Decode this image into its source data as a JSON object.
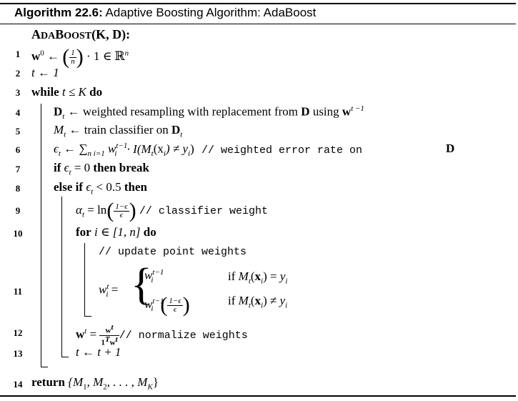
{
  "caption": {
    "label": "Algorithm 22.6:",
    "title": "Adaptive Boosting Algorithm: AdaBoost"
  },
  "signature": {
    "name_first": "A",
    "name_rest1": "DA",
    "name_mid": "B",
    "name_rest2": "OOST",
    "args": "(K, D):"
  },
  "lines": [
    {
      "num": "1"
    },
    {
      "num": "2"
    },
    {
      "num": "3"
    },
    {
      "num": "4"
    },
    {
      "num": "5"
    },
    {
      "num": "6"
    },
    {
      "num": "7"
    },
    {
      "num": "8"
    },
    {
      "num": "9"
    },
    {
      "num": "10"
    },
    {
      "num": "11"
    },
    {
      "num": "12"
    },
    {
      "num": "13"
    },
    {
      "num": "14"
    }
  ],
  "text": {
    "l1_w": "w",
    "l1_sup": "0",
    "l1_arrow": " ← ",
    "l1_frac_n": "1",
    "l1_frac_d": "n",
    "l1_rest": " · 1 ∈ ℝ",
    "l1_sup2": "n",
    "l2": "t ← 1",
    "l3_kw": "while",
    "l3_cond": " t ≤ K ",
    "l3_do": "do",
    "l4_D": "D",
    "l4_sub": "t",
    "l4_text": " ← weighted resampling with replacement from ",
    "l4_D2": "D",
    "l4_using": " using ",
    "l4_w": "w",
    "l4_sup": "t −1",
    "l5_M": "M",
    "l5_sub": "t",
    "l5_text": " ← train classifier on ",
    "l5_D": "D",
    "l5_sub2": "t",
    "l6_eps": "ϵ",
    "l6_sub": "t",
    "l6_text": " ← ∑",
    "l6_sum": "n i=1",
    "l6_expr": " w",
    "l6_expr_sup": "t−1",
    "l6_expr_sub": "i",
    "l6_expr_rest": " · I(M",
    "l6_expr_rest2": "(x",
    "l6_expr_rest3": ") ≠ y",
    "l6_expr_rest4": ")",
    "l6_comment": "// weighted error rate on",
    "l6_D": "D",
    "l7_if": "if",
    "l7_cond": " ϵ",
    "l7_cond2": " = 0 ",
    "l7_then": "then break",
    "l8_elseif": "else if",
    "l8_cond": " ϵ",
    "l8_cond2": " < 0.5 ",
    "l8_then": "then",
    "l9_alpha": "α",
    "l9_sub": "t",
    "l9_eq": " = ln",
    "l9_frac_n": "1−ϵ",
    "l9_frac_d": "ϵ",
    "l9_comment": "// classifier weight",
    "l10_for": "for",
    "l10_cond": " i ∈ [1, n] ",
    "l10_do": "do",
    "l11_comment": "// update point weights",
    "l11_w": "w",
    "l11_sup": "t",
    "l11_sub": "i",
    "l11_eq": " =",
    "l11_case1": "w",
    "l11_case1_sup": "t−1",
    "l11_case1_sub": "i",
    "l11_case2": "w",
    "l11_case2_sup": "t−1",
    "l11_case2_sub": "i",
    "l11_frac_n": "1−ϵ",
    "l11_frac_d": "ϵ",
    "l11_cond1": "if M",
    "l11_cond1b": "(x",
    "l11_cond1c": ") = y",
    "l11_cond2": "if M",
    "l11_cond2b": "(x",
    "l11_cond2c": ") ≠ y",
    "l12_w": "w",
    "l12_sup": "t",
    "l12_eq": " = ",
    "l12_frac_n": "w",
    "l12_frac_d": "1",
    "l12_frac_d2": "T",
    "l12_frac_d3": "w",
    "l12_comment": "// normalize weights",
    "l13": "t ← t + 1",
    "l14_kw": "return",
    "l14_set": " {M",
    "l14_set2": ", M",
    "l14_set3": ", . . . , M",
    "l14_set4": "}"
  }
}
